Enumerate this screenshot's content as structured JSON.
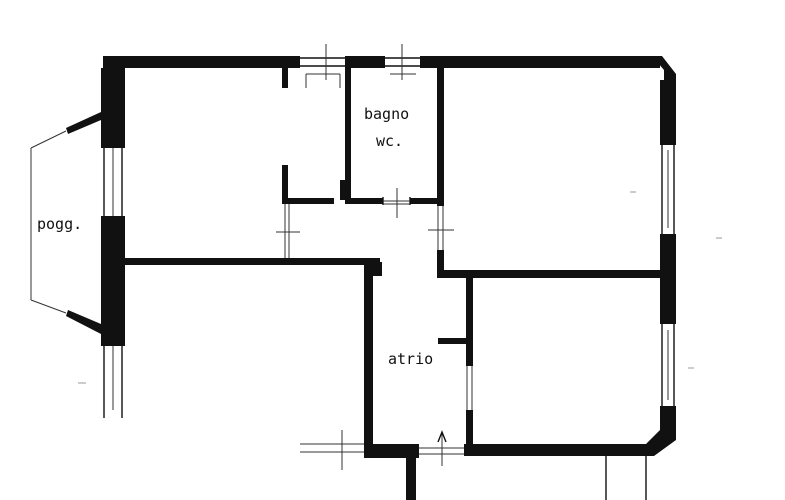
{
  "labels": {
    "balcony": "pogg.",
    "bathroom_line1": "bagno",
    "bathroom_line2": "wc.",
    "entrance": "atrio"
  }
}
